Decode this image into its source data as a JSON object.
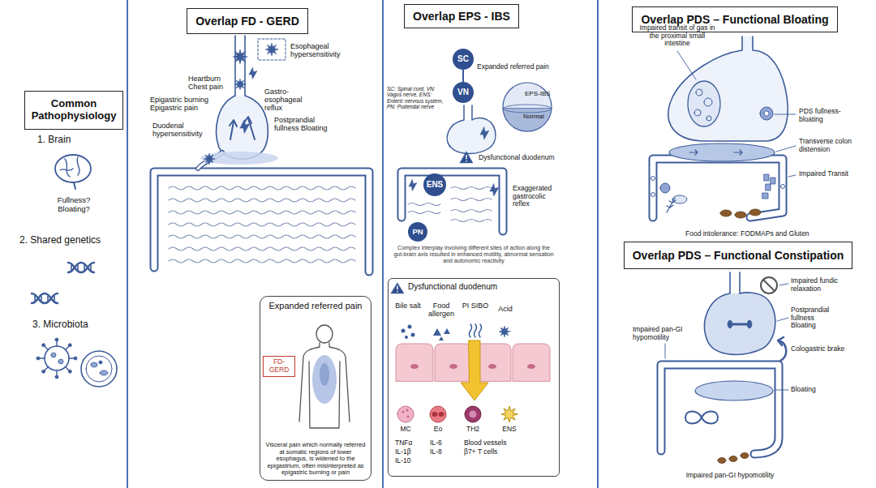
{
  "diagram": {
    "nodes": [
      {
        "text": [
          "Common Pathophysiology"
        ]
      },
      {
        "text": [
          "Overlap FD - GERD"
        ]
      },
      {
        "text": [
          "Expanded referred pain",
          "Visceral pain which normally referred at somatic regions of lower esophagus, is widened to the epigastrium, often misinterpreted as epigastric burning or pain"
        ]
      },
      {
        "text": [
          "FD-GERD"
        ],
        "in": 2
      },
      {
        "text": [
          "Overlap EPS - IBS"
        ]
      },
      {
        "text": [
          "SC"
        ]
      },
      {
        "text": [
          "VN"
        ]
      },
      {
        "text": [
          "ENS"
        ]
      },
      {
        "text": [
          "PN"
        ]
      },
      {
        "text": [
          "Dysfunctional duodenum"
        ]
      },
      {
        "text": [
          "Overlap PDS – Functional Bloating"
        ]
      },
      {
        "text": [
          "Overlap PDS – Functional Constipation"
        ]
      }
    ],
    "edges": [
      {
        "from": 5,
        "to": 6,
        "arrow": "none"
      }
    ],
    "labels": [
      "1. Brain",
      "Fullness? Bloating?",
      "2. Shared genetics",
      "3. Microbiota",
      "Esophageal hypersensitivity",
      "Heartburn Chest pain",
      "Epigastric burning Epigastric pain",
      "Gastro-esophageal reflux",
      "Duodenal hypersensitivity",
      "Postprandial fullness Bloating",
      "Expanded referred pain",
      "EPS-IBS",
      "Normal",
      "SC: Spinal cord, VN: Vagus nerve, ENS: Enteric nervous system, PN: Pudendal nerve",
      "Dysfunctional duodenum",
      "Exaggerated gastrocolic reflex",
      "Complex interplay involving different sites of action along the gut-brain axis resulted in enhanced motility, abnormal sensation and autonomic reactivity",
      "Bile salt",
      "Food allergen",
      "PI SIBO",
      "Acid",
      "MC",
      "Eo",
      "TH2",
      "ENS",
      "TNFα",
      "IL-1β",
      "IL-10",
      "IL-6",
      "IL-8",
      "Blood vessels",
      "β7+ T cells",
      "Impaired transit of gas in the proximal small intestine",
      "PDS fullness-bloating",
      "Transverse colon distension",
      "Impaired Transit",
      "Food intolerance: FODMAPs and Gluten",
      "Impaired fundic relaxation",
      "Postprandial fullness Bloating",
      "Impaired pan-GI hypomotility",
      "Cologastric brake",
      "Bloating",
      "Impaired pan-GI hypomotility"
    ]
  }
}
